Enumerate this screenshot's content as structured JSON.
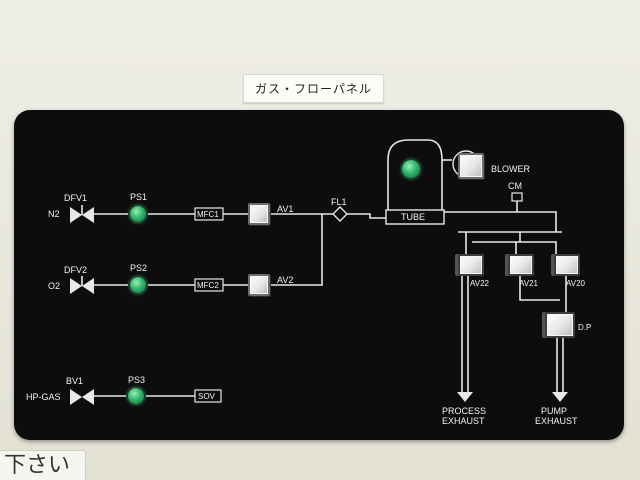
{
  "header_label": "ガス・フローパネル",
  "bottom_note": "下さい",
  "lines": [
    {
      "gas": "N2",
      "valve": "DFV1",
      "sensor": "PS1",
      "controller": "MFC1",
      "switch": "AV1"
    },
    {
      "gas": "O2",
      "valve": "DFV2",
      "sensor": "PS2",
      "controller": "MFC2",
      "switch": "AV2"
    },
    {
      "gas": "HP-GAS",
      "valve": "BV1",
      "sensor": "PS3",
      "controller": "SOV"
    }
  ],
  "filter": "FL1",
  "tube": "TUBE",
  "blower": "BLOWER",
  "gauge": "CM",
  "exhaust_valves": [
    "AV22",
    "AV21",
    "AV20"
  ],
  "dp_valve": "D.P",
  "process_exhaust": [
    "PROCESS",
    "EXHAUST"
  ],
  "pump_exhaust": [
    "PUMP",
    "EXHAUST"
  ],
  "colors": {
    "panel": "#0d0d0e",
    "lamp": "#2fb46a",
    "line": "#e8e8e8"
  }
}
